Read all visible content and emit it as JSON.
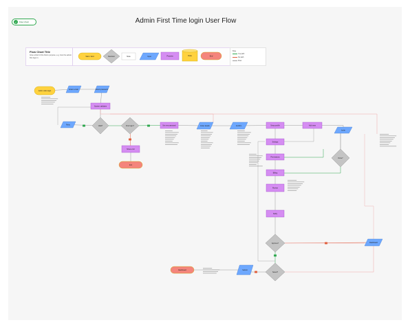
{
  "page_title": "Admin First Time login User Flow",
  "badge": {
    "label": "Flow chart"
  },
  "legend": {
    "title": "Flow Chart Title",
    "description": "Give a brief of the flow's purpose, e.g. how the admin first logs in.",
    "shapes": [
      {
        "label": "Start / End",
        "shape": "pill",
        "color": "#ffd23f"
      },
      {
        "label": "Decision",
        "shape": "diamond",
        "color": "#c4c4c4"
      },
      {
        "label": "Note",
        "shape": "note",
        "color": "#ffffff"
      },
      {
        "label": "Input",
        "shape": "parallelogram",
        "color": "#6ea8fe"
      },
      {
        "label": "Process",
        "shape": "rect",
        "color": "#d58df2"
      },
      {
        "label": "Data",
        "shape": "cylinder",
        "color": "#ffd23f"
      },
      {
        "label": "End",
        "shape": "pill",
        "color": "#f4857c"
      }
    ],
    "key": {
      "title": "Key",
      "items": [
        {
          "label": "Yes path",
          "color": "#2fa84f"
        },
        {
          "label": "No path",
          "color": "#e0603f"
        },
        {
          "label": "Flow",
          "color": "#9a9a9a"
        }
      ]
    }
  },
  "colors": {
    "start": "#ffd23f",
    "process": "#d58df2",
    "input": "#6ea8fe",
    "decision": "#c4c4c4",
    "end": "#f4857c",
    "yes": "#2fa84f",
    "no": "#e0603f",
    "line": "#9a9a9a",
    "accent_line": "#f0a8a8"
  },
  "flow": {
    "nodes": [
      {
        "id": "start",
        "type": "start",
        "label": "Admin visits login"
      },
      {
        "id": "in1",
        "type": "input",
        "label": "Enters email"
      },
      {
        "id": "in2",
        "type": "input",
        "label": "Enters password"
      },
      {
        "id": "p1",
        "type": "process",
        "label": "System validates"
      },
      {
        "id": "d1",
        "type": "decision",
        "label": "Valid?"
      },
      {
        "id": "in3",
        "type": "input",
        "label": "Retry"
      },
      {
        "id": "d2",
        "type": "decision",
        "label": "First login?"
      },
      {
        "id": "p2",
        "type": "process",
        "label": "Show error"
      },
      {
        "id": "end1",
        "type": "end",
        "label": "Exit"
      },
      {
        "id": "p3",
        "type": "process",
        "label": "Set new password"
      },
      {
        "id": "in4",
        "type": "input",
        "label": "Enter details"
      },
      {
        "id": "in5",
        "type": "input",
        "label": "Confirm"
      },
      {
        "id": "p4",
        "type": "process",
        "label": "Setup profile"
      },
      {
        "id": "p5",
        "type": "process",
        "label": "Add team"
      },
      {
        "id": "p6",
        "type": "process",
        "label": "Settings"
      },
      {
        "id": "p7",
        "type": "process",
        "label": "Permissions"
      },
      {
        "id": "p8",
        "type": "process",
        "label": "Billing"
      },
      {
        "id": "in6",
        "type": "input",
        "label": "Invite"
      },
      {
        "id": "d3",
        "type": "decision",
        "label": "Done?"
      },
      {
        "id": "p9",
        "type": "process",
        "label": "Review"
      },
      {
        "id": "d4",
        "type": "decision",
        "label": "Approve?"
      },
      {
        "id": "in7",
        "type": "input",
        "label": "Submit"
      },
      {
        "id": "d5",
        "type": "decision",
        "label": "Saved?"
      },
      {
        "id": "in8",
        "type": "input",
        "label": "Dashboard"
      },
      {
        "id": "p10",
        "type": "process",
        "label": "Notify"
      },
      {
        "id": "end2",
        "type": "end",
        "label": "Dashboard"
      }
    ]
  }
}
